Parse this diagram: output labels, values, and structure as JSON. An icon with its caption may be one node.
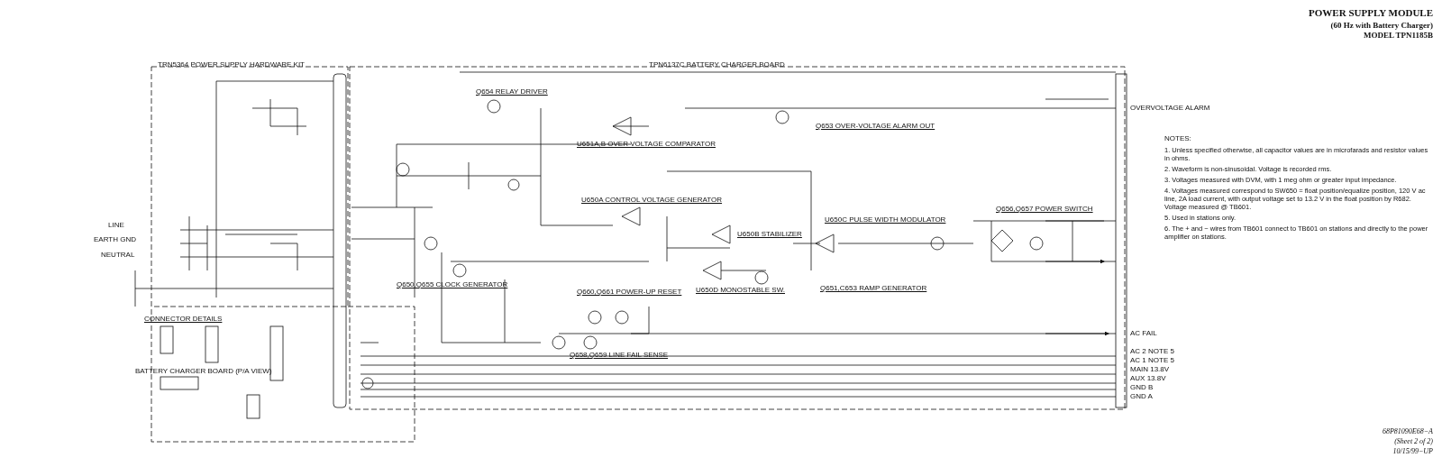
{
  "diagram": {
    "title": "POWER SUPPLY MODULE",
    "labels": [
      "(60 Hz with Battery Charger)",
      "MODEL TPN1185B",
      "TRN5364 POWER SUPPLY HARDWARE KIT",
      "TPN6137C BATTERY CHARGER BOARD",
      "LINE",
      "EARTH GND",
      "NEUTRAL",
      "Q654 RELAY DRIVER",
      "U651A,B OVER VOLTAGE COMPARATOR",
      "Q653 OVER-VOLTAGE ALARM OUT",
      "U650A CONTROL VOLTAGE GENERATOR",
      "U650B STABILIZER",
      "U650C PULSE WIDTH MODULATOR",
      "U650D MONOSTABLE SW.",
      "Q651,C653 RAMP GENERATOR",
      "Q656,Q657 POWER SWITCH",
      "Q650,Q655 CLOCK GENERATOR",
      "Q660,Q661 POWER-UP RESET",
      "Q658,Q659 LINE FAIL SENSE",
      "CONNECTOR DETAILS",
      "BATTERY CHARGER BOARD (P/A VIEW)",
      "OVERVOLTAGE ALARM",
      "AC FAIL",
      "AC 2 NOTE 5",
      "AC 1 NOTE 5",
      "MAIN 13.8V",
      "AUX 13.8V",
      "GND B",
      "GND A",
      "NOTES:",
      "1. Unless specified otherwise, all capacitor values are in microfarads and resistor values in ohms.",
      "2. Waveform is non-sinusoidal. Voltage is recorded rms.",
      "3. Voltages measured with DVM, with 1 meg ohm or greater input impedance.",
      "4. Voltages measured correspond to SW650 = float position/equalize position, 120 V ac line, 2A load current, with output voltage set to 13.2 V in the float position by R682. Voltage measured @ TB601.",
      "5. Used in stations only.",
      "6. The + and − wires from TB601 connect to TB601 on stations and directly to the power amplifier on stations.",
      "68P81090E68−A",
      "(Sheet 2 of 2)",
      "10/15/99−UP"
    ]
  }
}
